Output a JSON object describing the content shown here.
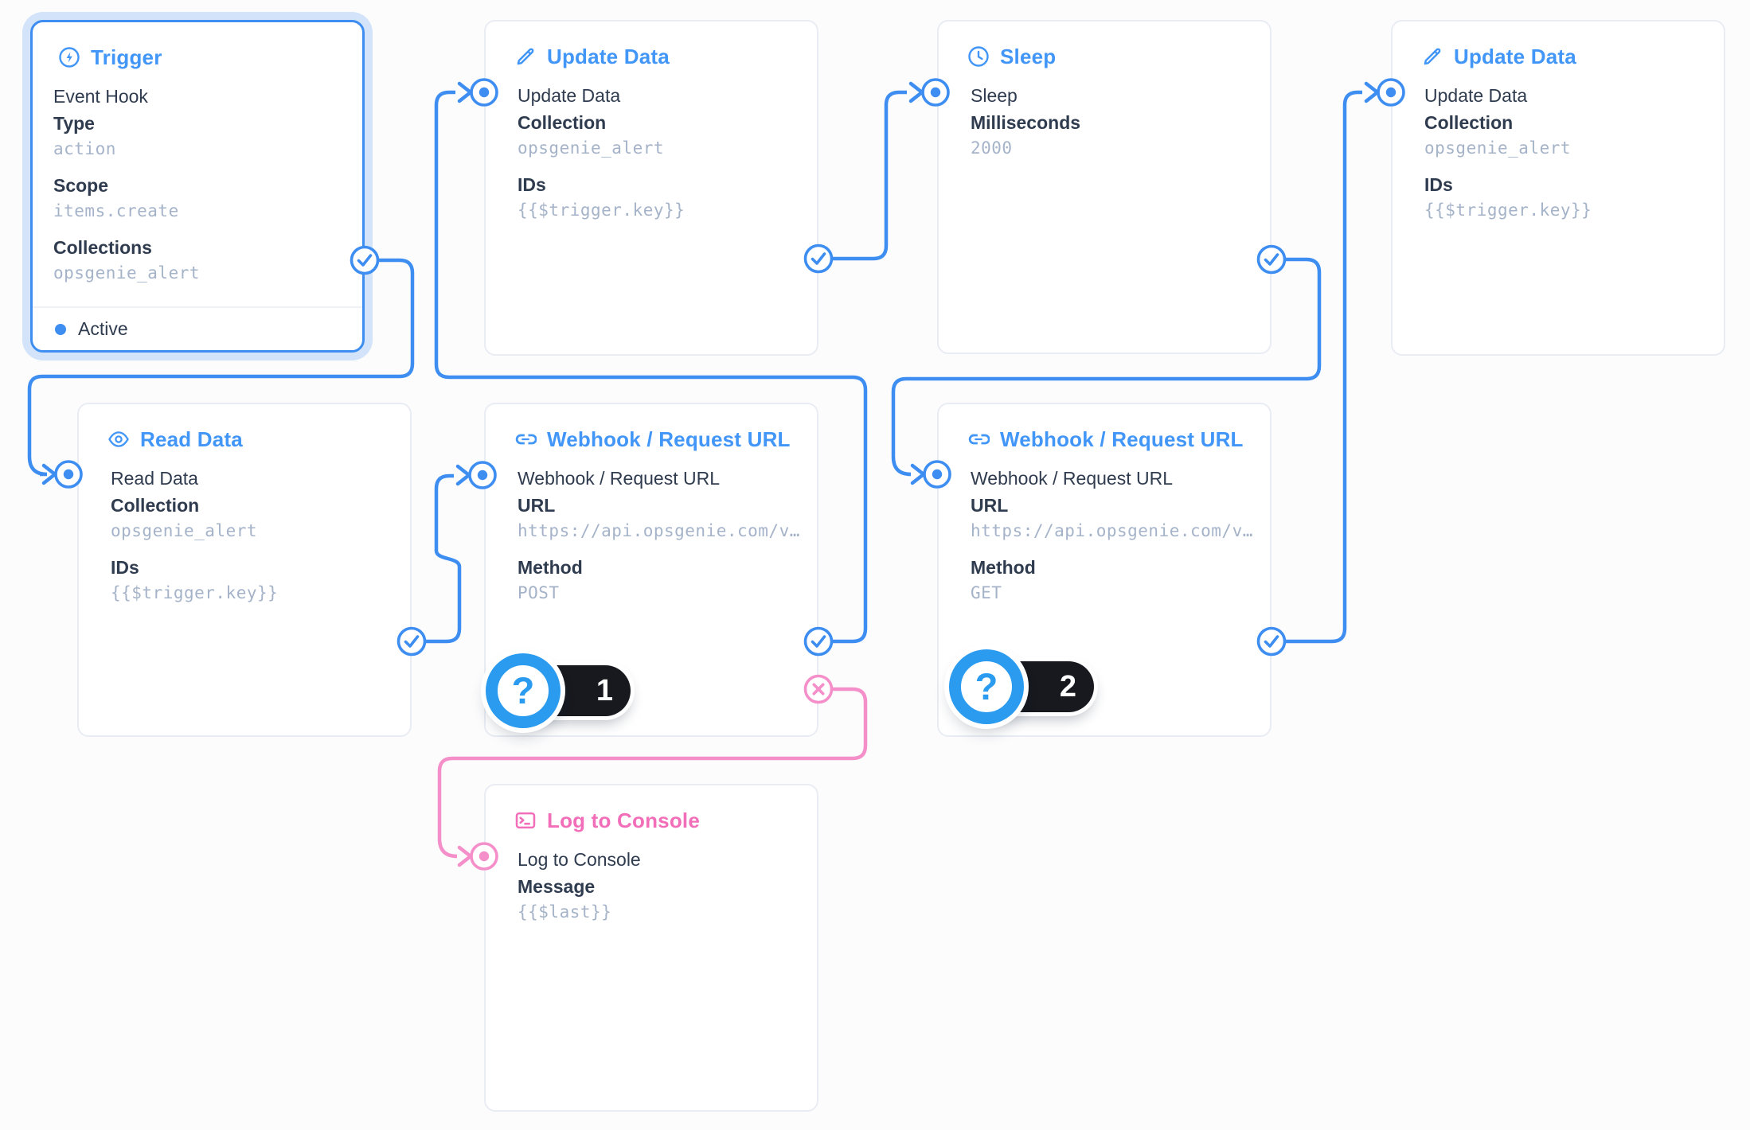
{
  "theme": {
    "accent_blue": "#3E8EF2",
    "accent_title": "#4196F8",
    "pink_title": "#F26EB9",
    "pink_line": "#F48FC9",
    "badge_blue": "#2B9BF0",
    "pill_black": "#17191F",
    "text_dark": "#2F3B4E",
    "text_value": "#A5B3C9",
    "card_border": "#E9EDF3",
    "canvas_bg": "#FCFCFD"
  },
  "nodes": {
    "trigger": {
      "icon": "lightning-circle-icon",
      "title": "Trigger",
      "name": "Event Hook",
      "fields": [
        {
          "label": "Type",
          "value": "action"
        },
        {
          "label": "Scope",
          "value": "items.create"
        },
        {
          "label": "Collections",
          "value": "opsgenie_alert"
        }
      ],
      "status": "Active"
    },
    "update_data_1": {
      "icon": "pencil-icon",
      "title": "Update Data",
      "name": "Update Data",
      "fields": [
        {
          "label": "Collection",
          "value": "opsgenie_alert"
        },
        {
          "label": "IDs",
          "value": "{{$trigger.key}}"
        }
      ]
    },
    "sleep": {
      "icon": "clock-icon",
      "title": "Sleep",
      "name": "Sleep",
      "fields": [
        {
          "label": "Milliseconds",
          "value": "2000"
        }
      ]
    },
    "update_data_2": {
      "icon": "pencil-icon",
      "title": "Update Data",
      "name": "Update Data",
      "fields": [
        {
          "label": "Collection",
          "value": "opsgenie_alert"
        },
        {
          "label": "IDs",
          "value": "{{$trigger.key}}"
        }
      ]
    },
    "read_data": {
      "icon": "eye-icon",
      "title": "Read Data",
      "name": "Read Data",
      "fields": [
        {
          "label": "Collection",
          "value": "opsgenie_alert"
        },
        {
          "label": "IDs",
          "value": "{{$trigger.key}}"
        }
      ]
    },
    "webhook_1": {
      "icon": "link-icon",
      "title": "Webhook / Request URL",
      "name": "Webhook / Request URL",
      "fields": [
        {
          "label": "URL",
          "value": "https://api.opsgenie.com/v…"
        },
        {
          "label": "Method",
          "value": "POST"
        }
      ],
      "badge": {
        "glyph": "?",
        "count": "1"
      }
    },
    "webhook_2": {
      "icon": "link-icon",
      "title": "Webhook / Request URL",
      "name": "Webhook / Request URL",
      "fields": [
        {
          "label": "URL",
          "value": "https://api.opsgenie.com/v…"
        },
        {
          "label": "Method",
          "value": "GET"
        }
      ],
      "badge": {
        "glyph": "?",
        "count": "2"
      }
    },
    "log_to_console": {
      "icon": "terminal-icon",
      "title": "Log to Console",
      "name": "Log to Console",
      "fields": [
        {
          "label": "Message",
          "value": "{{$last}}"
        }
      ]
    }
  }
}
